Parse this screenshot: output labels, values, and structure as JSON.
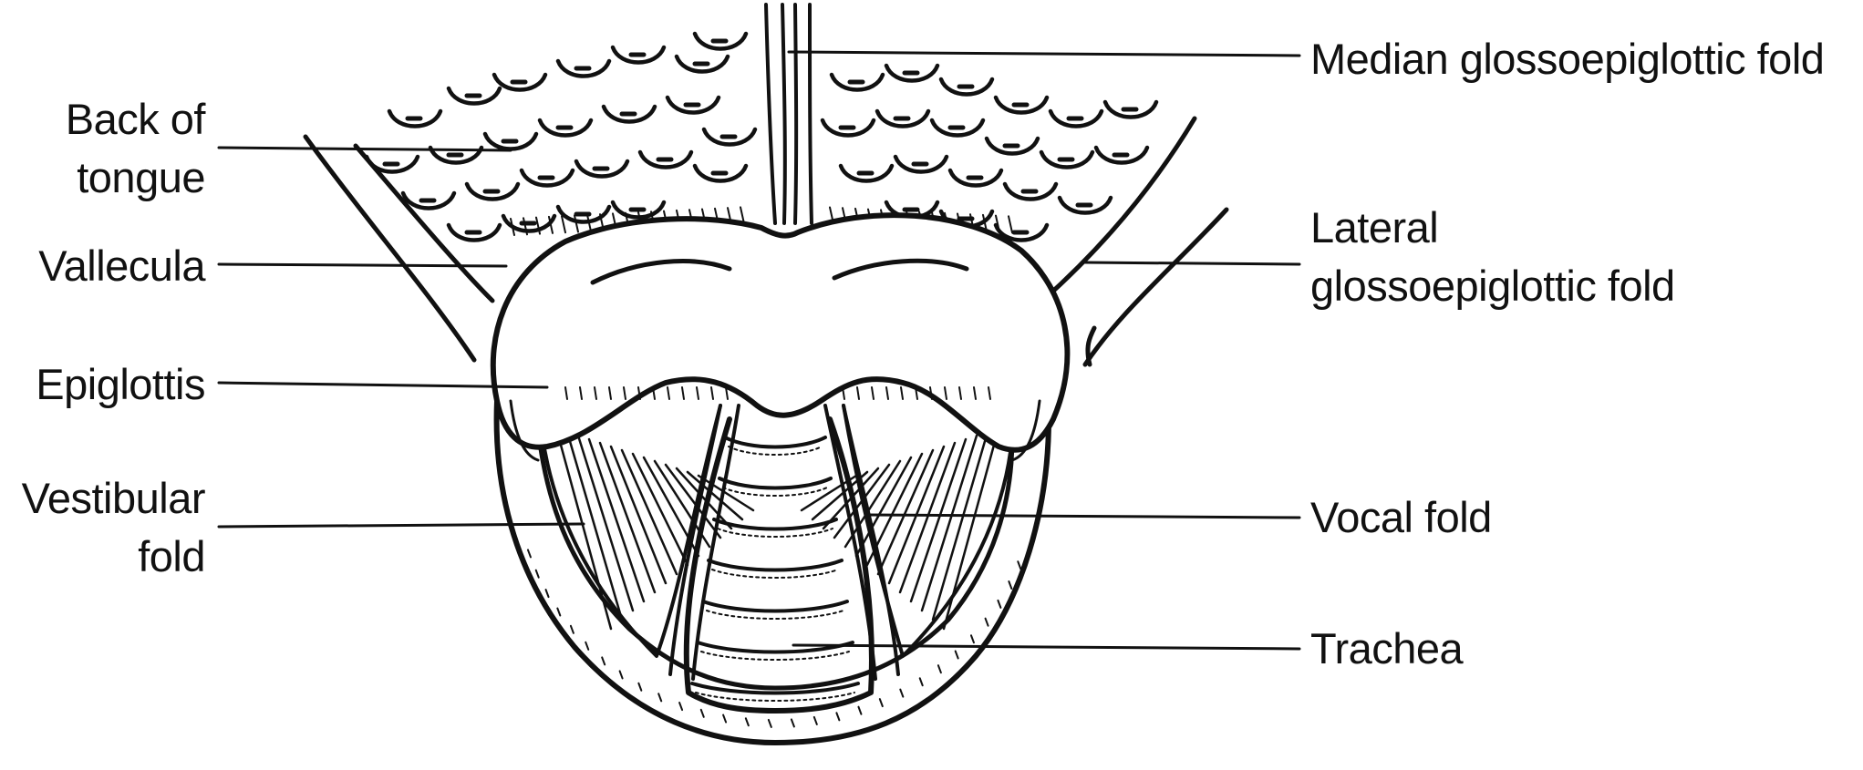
{
  "diagram": {
    "labels": {
      "back_of_tongue": [
        "Back of",
        "tongue"
      ],
      "vallecula": "Vallecula",
      "epiglottis": "Epiglottis",
      "vestibular_fold": [
        "Vestibular",
        "fold"
      ],
      "median_glossoepiglottic_fold": "Median glossoepiglottic fold",
      "lateral_glossoepiglottic_fold": [
        "Lateral",
        "glossoepiglottic fold"
      ],
      "vocal_fold": "Vocal fold",
      "trachea": "Trachea"
    },
    "colors": {
      "ink": "#111111",
      "background": "#ffffff"
    }
  }
}
